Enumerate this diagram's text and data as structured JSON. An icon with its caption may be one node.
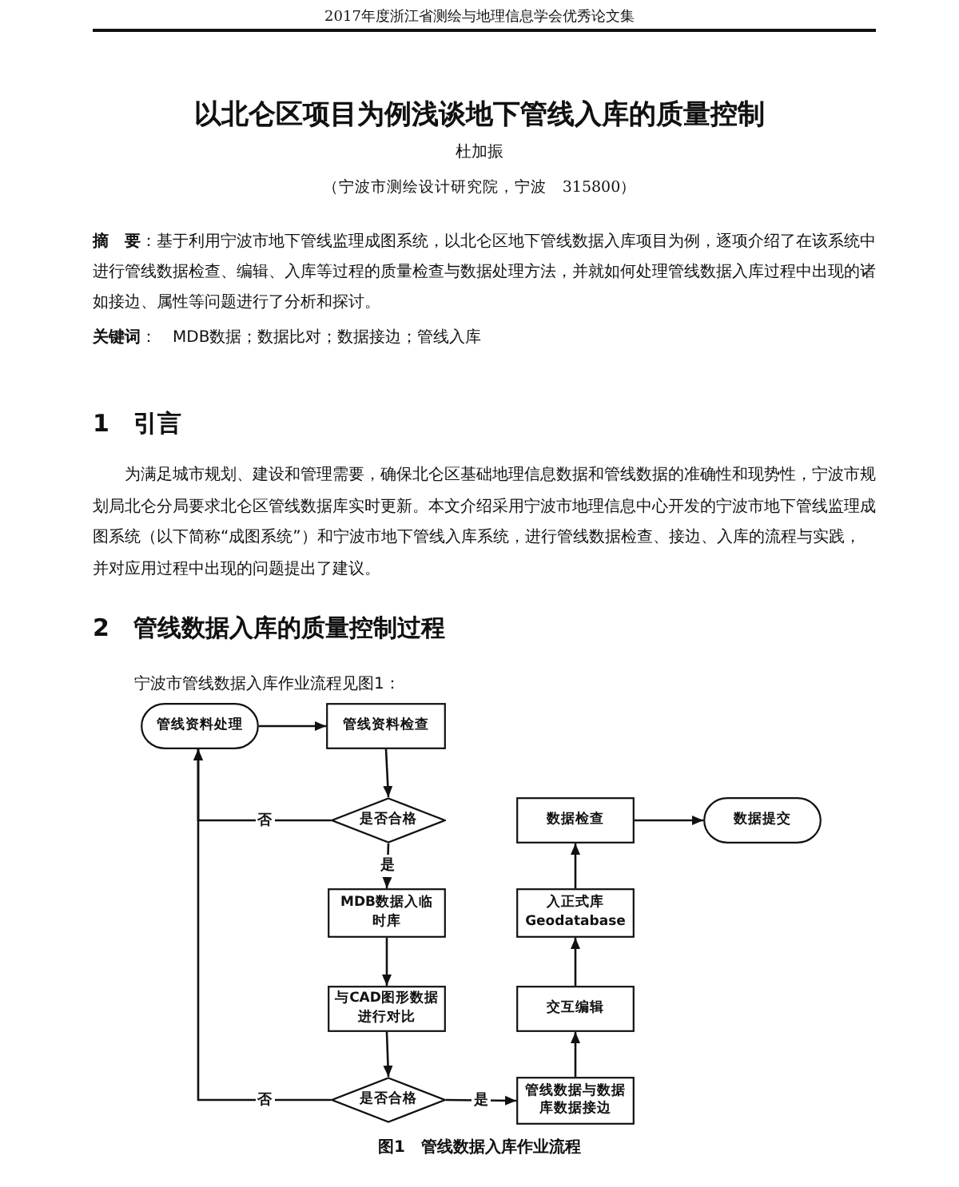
{
  "diagram": {
    "title": "以北仑区项目为例浅谈地下管线入库的质量控制",
    "caption": "图1　管线数据入库作业流程",
    "nodes": [
      {
        "text": [
          "管线资料处理"
        ]
      },
      {
        "text": [
          "管线资料检查"
        ]
      },
      {
        "text": [
          "是否合格"
        ]
      },
      {
        "text": [
          "MDB数据入临时库"
        ]
      },
      {
        "text": [
          "与CAD图形数据进行对比"
        ]
      },
      {
        "text": [
          "是否合格"
        ]
      },
      {
        "text": [
          "管线数据与数据库数据接边"
        ]
      },
      {
        "text": [
          "交互编辑"
        ]
      },
      {
        "text": [
          "入正式库 Geodatabase"
        ]
      },
      {
        "text": [
          "数据检查"
        ]
      },
      {
        "text": [
          "数据提交"
        ]
      }
    ],
    "edges": [
      {
        "from": 0,
        "to": 1,
        "arrow": "to"
      },
      {
        "from": 1,
        "to": 2,
        "arrow": "to"
      },
      {
        "from": 2,
        "to": 0,
        "arrow": "to",
        "label": "否"
      },
      {
        "from": 2,
        "to": 3,
        "arrow": "to",
        "label": "是"
      },
      {
        "from": 3,
        "to": 4,
        "arrow": "to"
      },
      {
        "from": 4,
        "to": 5,
        "arrow": "to"
      },
      {
        "from": 5,
        "to": 0,
        "arrow": "to",
        "label": "否"
      },
      {
        "from": 5,
        "to": 6,
        "arrow": "to",
        "label": "是"
      },
      {
        "from": 6,
        "to": 7,
        "arrow": "to"
      },
      {
        "from": 7,
        "to": 8,
        "arrow": "to"
      },
      {
        "from": 8,
        "to": 9,
        "arrow": "to"
      },
      {
        "from": 9,
        "to": 10,
        "arrow": "to"
      }
    ],
    "labels": [
      "2017年度浙江省测绘与地理信息学会优秀论文集",
      "杜加振",
      "（宁波市测绘设计研究院，宁波　315800）",
      "**摘　要**：基于利用宁波市地下管线监理成图系统，以北仑区地下管线数据入库项目为例，逐项介绍了在该系统中进行管线数据检查、编辑、入库等过程的质量检查与数据处理方法，并就如何处理管线数据入库过程中出现的诸如接边、属性等问题进行了分析和探讨。",
      "**关键词**：　MDB数据；数据比对；数据接边；管线入库",
      "1　引言",
      "为满足城市规划、建设和管理需要，确保北仑区基础地理信息数据和管线数据的准确性和现势性，宁波市规划局北仑分局要求北仑区管线数据库实时更新。本文介绍采用宁波市地理信息中心开发的宁波市地下管线监理成图系统（以下简称“成图系统”）和宁波市地下管线入库系统，进行管线数据检查、接边、入库的流程与实践，并对应用过程中出现的问题提出了建议。",
      "2　管线数据入库的质量控制过程",
      "宁波市管线数据入库作业流程见图1："
    ]
  }
}
